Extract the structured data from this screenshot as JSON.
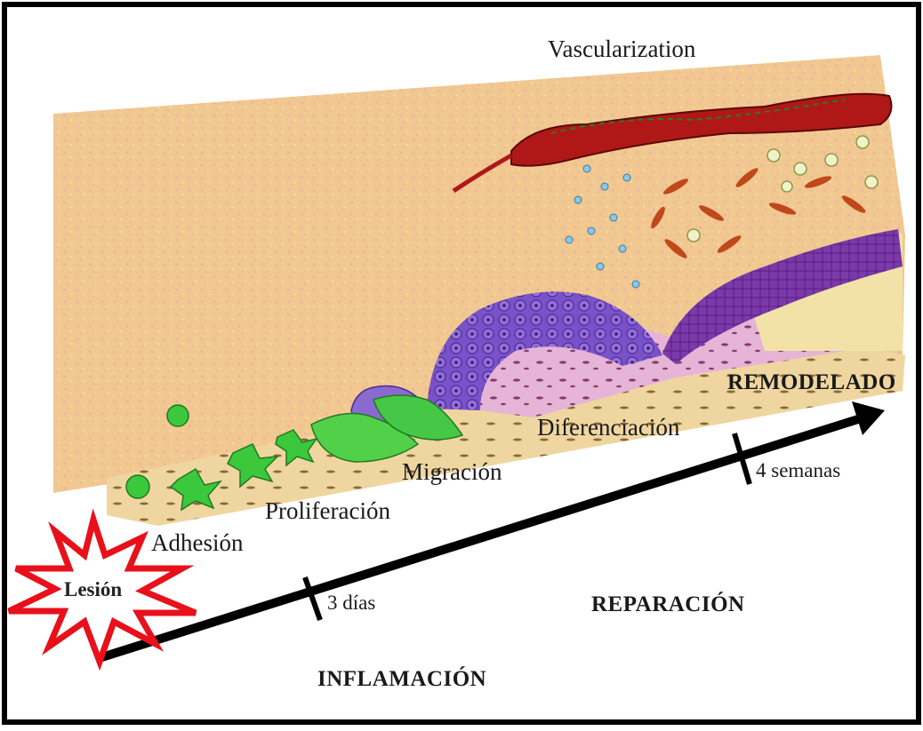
{
  "diagram": {
    "stages": {
      "vascularization": "Vascularization",
      "adhesion": "Adhesión",
      "proliferation": "Proliferación",
      "migration": "Migración",
      "differentiation": "Diferenciación"
    },
    "phases": {
      "inflammation": "INFLAMACIÓN",
      "repair": "REPARACIÓN",
      "remodeling": "REMODELADO"
    },
    "timeline": {
      "tick_1": "3 días",
      "tick_2": "4 semanas"
    },
    "injury_label": "Lesión",
    "colors": {
      "tissue_background": "#f0c890",
      "basement_strip": "#f1dcae",
      "epithelium_purple": "#7a52c8",
      "dermis_pink": "#e6b4d6",
      "vessel_red": "#b01818",
      "green_cells": "#3cc83c",
      "burst_red": "#e8101a",
      "arrow": "#000000"
    }
  }
}
